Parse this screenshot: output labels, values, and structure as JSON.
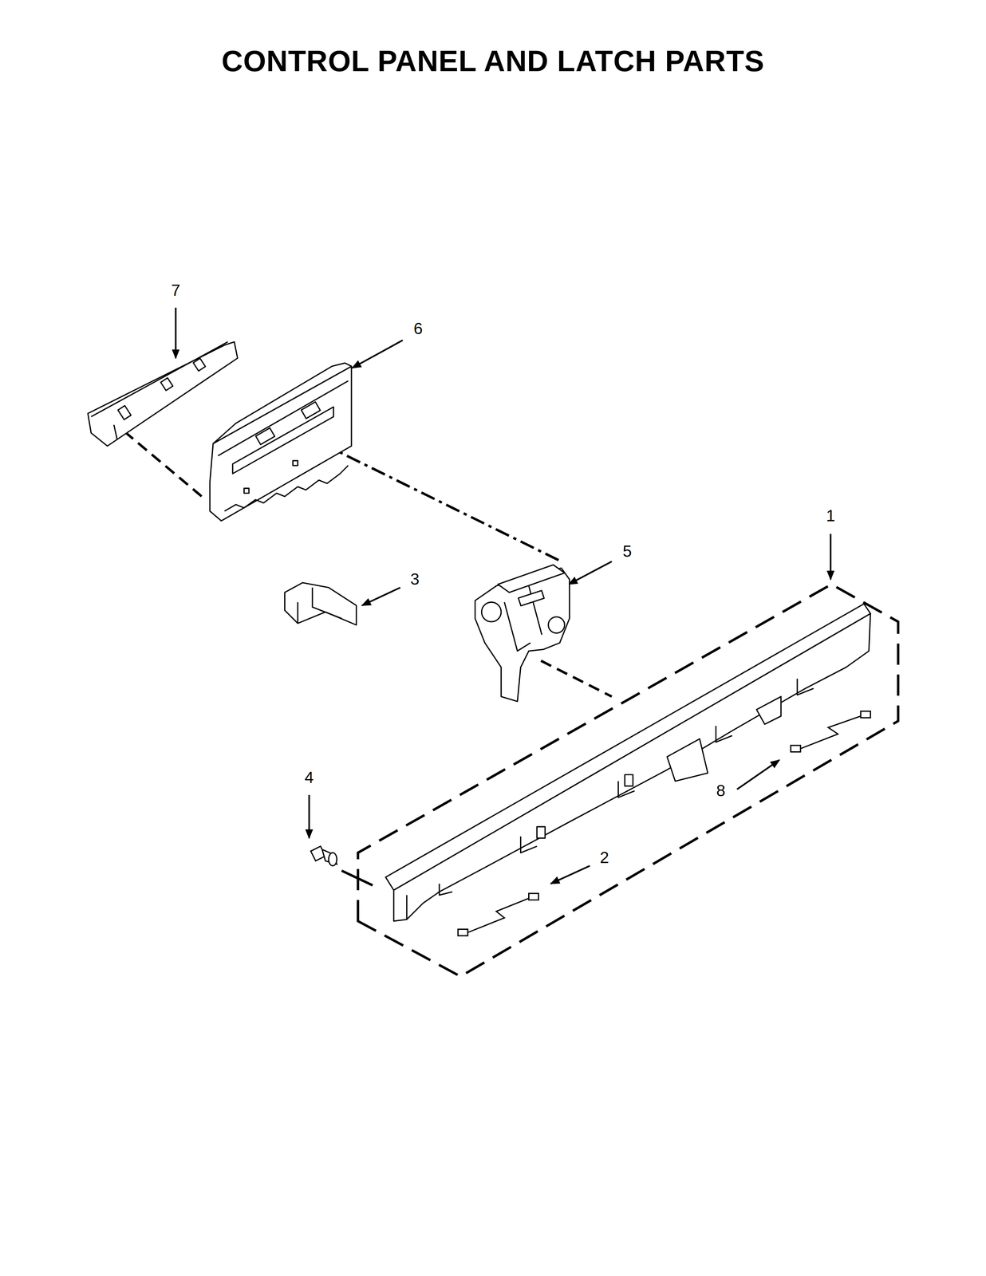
{
  "diagram": {
    "title": "CONTROL PANEL AND LATCH PARTS",
    "labels": [
      "7",
      "6",
      "1",
      "5",
      "3",
      "4",
      "2",
      "8"
    ]
  }
}
